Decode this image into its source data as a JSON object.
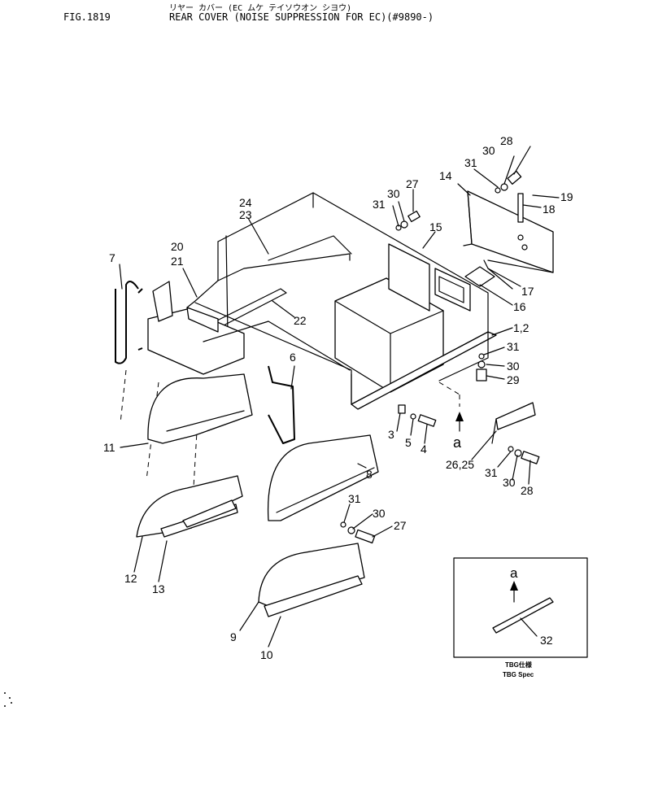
{
  "header": {
    "fig_label": "FIG.1819",
    "title_jp": "リヤー カバー (EC ムケ テイソウオン シヨウ)",
    "title_en": "REAR COVER (NOISE SUPPRESSION FOR EC)(#9890-)"
  },
  "callouts": [
    "1,2",
    "3",
    "4",
    "5",
    "6",
    "7",
    "8",
    "9",
    "10",
    "11",
    "12",
    "13",
    "14",
    "15",
    "16",
    "17",
    "18",
    "19",
    "20",
    "21",
    "22",
    "23",
    "24",
    "26,25",
    "27",
    "28",
    "29",
    "30",
    "31",
    "32"
  ],
  "labels": {
    "c1_2": "1,2",
    "c3": "3",
    "c4": "4",
    "c5": "5",
    "c6": "6",
    "c7": "7",
    "c8": "8",
    "c9": "9",
    "c10": "10",
    "c11": "11",
    "c12": "12",
    "c13": "13",
    "c14": "14",
    "c15": "15",
    "c16": "16",
    "c17": "17",
    "c18": "18",
    "c19": "19",
    "c20": "20",
    "c21": "21",
    "c22": "22",
    "c23": "23",
    "c24": "24",
    "c26_25": "26,25",
    "c27a": "27",
    "c27b": "27",
    "c28a": "28",
    "c28b": "28",
    "c29": "29",
    "c30a": "30",
    "c30b": "30",
    "c30c": "30",
    "c30d": "30",
    "c30e": "30",
    "c31a": "31",
    "c31b": "31",
    "c31c": "31",
    "c31d": "31",
    "c31e": "31",
    "c32": "32",
    "view_a": "a",
    "inset_a": "a"
  },
  "inset": {
    "caption_jp": "TBG仕様",
    "caption_en": "TBG Spec"
  }
}
